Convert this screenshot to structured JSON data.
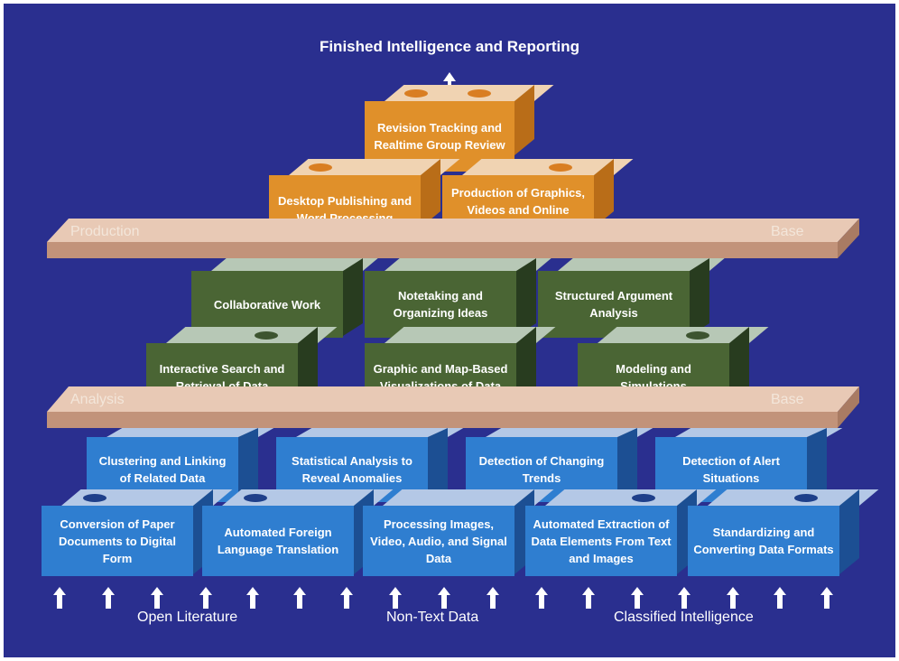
{
  "title": "Finished Intelligence and Reporting",
  "platforms": {
    "production": {
      "left": "Production",
      "right": "Base"
    },
    "analysis": {
      "left": "Analysis",
      "right": "Base"
    }
  },
  "production_blocks": {
    "revision": "Revision Tracking and Realtime Group Review",
    "desktop": "Desktop Publishing and Word Processing",
    "graphics": "Production of Graphics, Videos and Online Briefings"
  },
  "analysis_blocks": {
    "collab": "Collaborative Work",
    "notetaking": "Notetaking and Organizing Ideas",
    "argument": "Structured Argument Analysis",
    "search": "Interactive Search and Retrieval of Data",
    "mapviz": "Graphic and Map-Based Visualizations of Data",
    "modeling": "Modeling and Simulations"
  },
  "data_blocks": {
    "clustering": "Clustering and Linking of Related Data",
    "statistical": "Statistical Analysis to Reveal Anomalies",
    "trends": "Detection of Changing Trends",
    "alerts": "Detection of Alert Situations",
    "conversion": "Conversion of Paper Documents to Digital Form",
    "translation": "Automated Foreign Language Translation",
    "processing": "Processing Images, Video, Audio, and Signal Data",
    "extraction": "Automated Extraction of Data Elements From Text and Images",
    "standardizing": "Standardizing and Converting Data Formats"
  },
  "sources": {
    "open": "Open Literature",
    "nontext": "Non-Text Data",
    "classified": "Classified Intelligence"
  },
  "colors": {
    "background": "#2a2f8f",
    "production_blocks": "#e0902a",
    "analysis_blocks": "#4a6534",
    "data_blocks": "#2f7ed0",
    "platform": "#e8c9b5"
  }
}
